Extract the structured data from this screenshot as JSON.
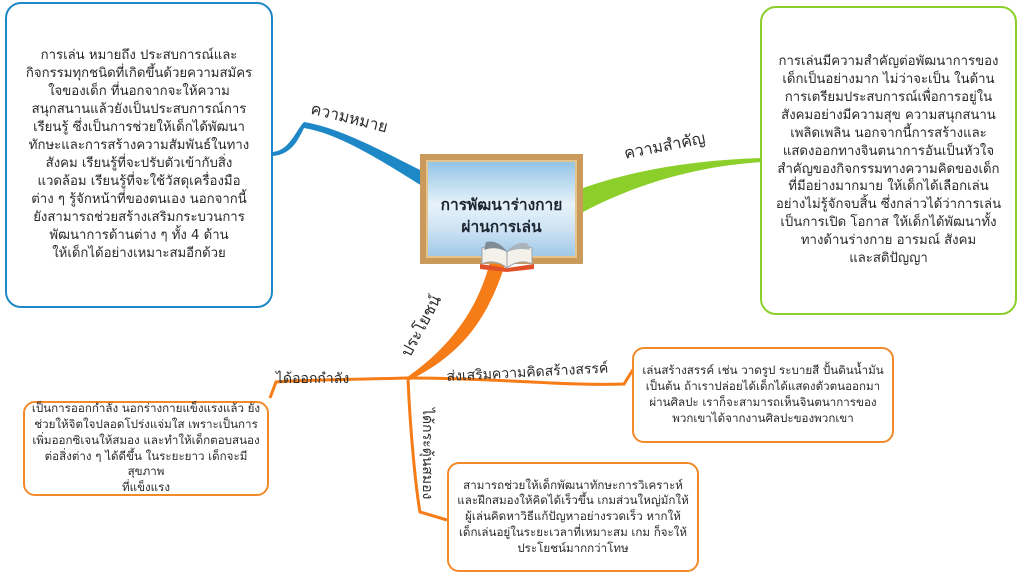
{
  "center": {
    "title": "การพัฒนาร่างกาย\nผ่านการเล่น",
    "icon": "open-book-icon"
  },
  "branches": {
    "meaning": {
      "label": "ความหมาย",
      "color": "#1e88c7",
      "text": "การเล่น หมายถึง  ประสบการณ์และ\nกิจกรรมทุกชนิดที่เกิดขึ้นด้วยความสมัคร\nใจของเด็ก ที่นอกจากจะให้ความ\nสนุกสนานแล้วยังเป็นประสบการณ์การ\nเรียนรู้ ซึ่งเป็นการช่วยให้เด็กได้พัฒนา\nทักษะและการสร้างความสัมพันธ์ในทาง\nสังคม เรียนรู้ที่จะปรับตัวเข้ากับสิ่ง\nแวดล้อม เรียนรู้ที่จะใช้วัสดุเครื่องมือ\nต่าง ๆ รู้จักหน้าที่ของตนเอง  นอกจากนี้\nยังสามารถช่วยสร้างเสริมกระบวนการ\nพัฒนาการด้านต่าง ๆ ทั้ง 4 ด้าน\nให้เด็กได้อย่างเหมาะสมอีกด้วย"
    },
    "importance": {
      "label": "ความสำคัญ",
      "color": "#8ccf2a",
      "text": "การเล่นมีความสำคัญต่อพัฒนาการของ\nเด็กเป็นอย่างมาก ไม่ว่าจะเป็น ในด้าน\nการเตรียมประสบการณ์เพื่อการอยู่ใน\nสังคมอย่างมีความสุข  ความสนุกสนาน\nเพลิดเพลิน  นอกจากนี้การสร้างและ\nแสดงออกทางจินตนาการอันเป็นหัวใจ\nสำคัญของกิจกรรมทางความคิดของเด็ก\nที่มีอย่างมากมาย ให้เด็กได้เลือกเล่น\nอย่างไม่รู้จักจบสิ้น ซึ่งกล่าวได้ว่าการเล่น\nเป็นการเปิด โอกาส ให้เด็กได้พัฒนาทั้ง\nทางด้านร่างกาย อารมณ์ สังคม\nและสติปัญญา"
    },
    "benefit": {
      "label": "ประโยชน์",
      "color": "#f28a2a",
      "children": {
        "exercise": {
          "label": "ได้ออกกำลัง",
          "text": "เป็นการออกกำลัง นอกร่างกายแข็งแรงแล้ว ยัง\nช่วยให้จิตใจปลอดโปร่งแจ่มใส เพราะเป็นการ\nเพิ่มออกซิเจนให้สมอง และทำให้เด็กตอบสนอง\nต่อสิ่งต่าง ๆ ได้ดีขึ้น ในระยะยาว เด็กจะมีสุขภาพ\nที่แข็งแรง"
        },
        "creative": {
          "label": "ส่งเสริมความคิดสร้างสรรค์",
          "text": "เล่นสร้างสรรค์ เช่น วาดรูป ระบายสี ปั้นดินน้ำมัน\nเป็นต้น  ถ้าเราปล่อยได้เด็กได้แสดงตัวตนออกมา\nผ่านศิลปะ เราก็จะสามารถเห็นจินตนาการของ\nพวกเขาได้จากงานศิลปะของพวกเขา"
        },
        "brain": {
          "label": "ได้กระตุ้นสมอง",
          "text": "สามารถช่วยให้เด็กพัฒนาทักษะการวิเคราะห์\nและฝึกสมองให้คิดได้เร็วขึ้น เกมส่วนใหญ่มักให้\nผู้เล่นคิดหาวิธีแก้ปัญหาอย่างรวดเร็ว หากให้\nเด็กเล่นอยู่ในระยะเวลาที่เหมาะสม เกม ก็จะให้\nประโยชน์มากกว่าโทษ"
        }
      }
    }
  }
}
